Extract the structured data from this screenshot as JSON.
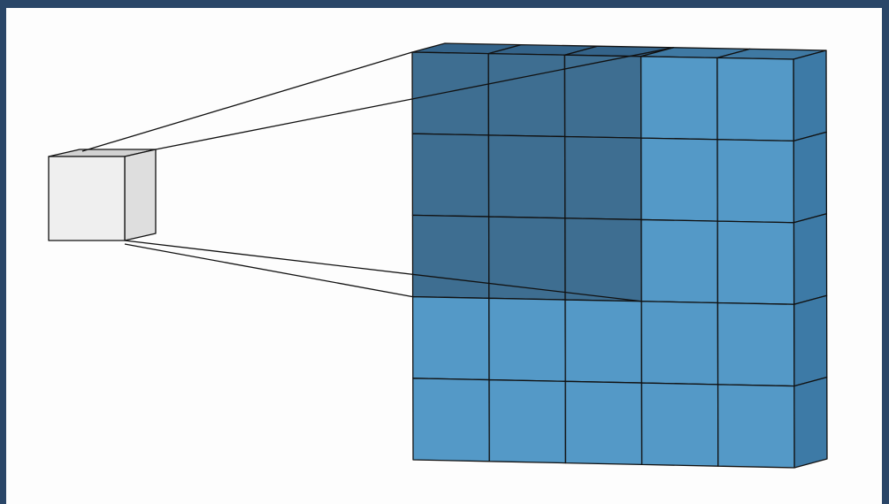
{
  "diagram": {
    "type": "convolution-receptive-field",
    "input_grid": {
      "rows": 5,
      "cols": 5
    },
    "receptive_field": {
      "rows": 3,
      "cols": 3,
      "start_row": 0,
      "start_col": 0
    },
    "output": {
      "cells": 1
    },
    "colors": {
      "frame_background": "#2a4668",
      "canvas_background": "#fdfdfd",
      "grid_cell": "#5499c7",
      "grid_cell_highlight": "#3e6e91",
      "grid_top": "#3f79a3",
      "grid_side": "#3d7aa6",
      "grid_top_highlight": "#346389",
      "output_front": "#efefef",
      "output_top": "#d2d2d2",
      "output_side": "#dedede",
      "line": "#111111"
    }
  }
}
